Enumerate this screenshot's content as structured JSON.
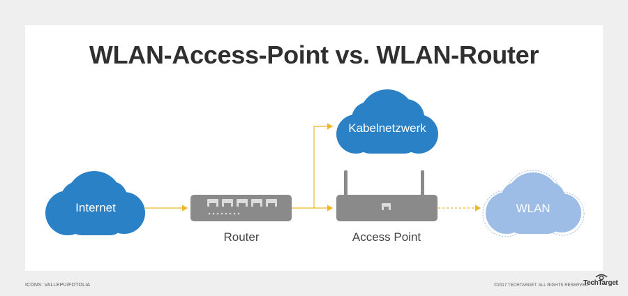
{
  "title": "WLAN-Access-Point vs. WLAN-Router",
  "nodes": {
    "internet": "Internet",
    "router": "Router",
    "access_point": "Access Point",
    "cable_network": "Kabelnetzwerk",
    "wlan": "WLAN"
  },
  "footer": {
    "icons_credit": "ICONS: VALLEPU/FOTOLIA",
    "copyright": "©2017 TECHTARGET. ALL RIGHTS RESERVED",
    "brand": "TechTarget"
  },
  "colors": {
    "cloud_blue": "#2a81c5",
    "cloud_light": "#9dbde6",
    "device_gray": "#8a8a8a",
    "connector": "#efb72b",
    "title_text": "#2f2f2f"
  }
}
